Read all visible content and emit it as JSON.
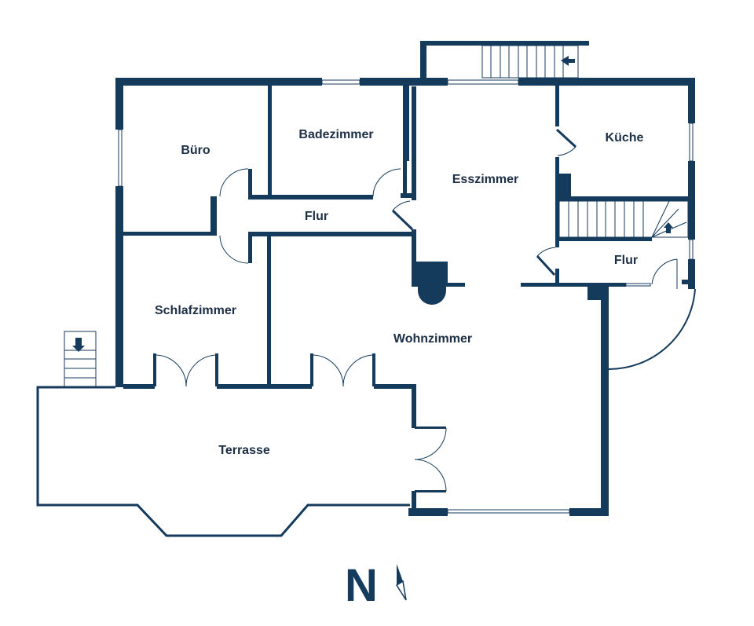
{
  "floorplan": {
    "rooms": {
      "buero": "Büro",
      "badezimmer": "Badezimmer",
      "esszimmer": "Esszimmer",
      "kueche": "Küche",
      "flur_west": "Flur",
      "flur_east": "Flur",
      "schlafzimmer": "Schlafzimmer",
      "wohnzimmer": "Wohnzimmer",
      "terrasse": "Terrasse"
    },
    "compass": {
      "label": "N",
      "icon": "north-arrow-icon"
    },
    "colors": {
      "wall": "#143a5c",
      "text": "#1d2f45"
    }
  }
}
